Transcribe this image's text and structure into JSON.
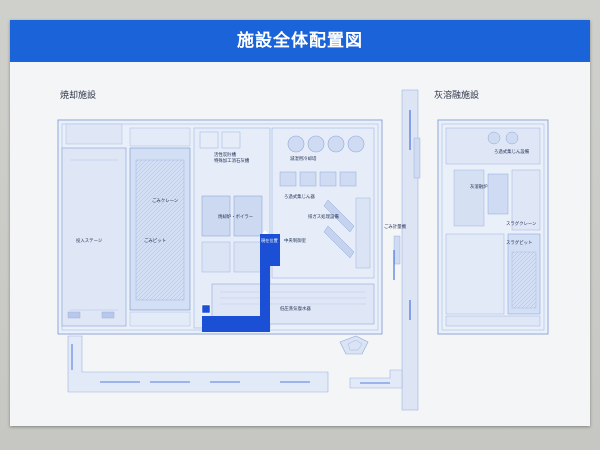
{
  "board": {
    "title": "施設全体配置図",
    "sections": {
      "incineration": "焼却施設",
      "ash_melting": "灰溶融施設"
    }
  },
  "incineration_rooms": {
    "activated_carbon": "活性炭貯槽",
    "slaked_lime": "特殊加工消石灰槽",
    "cooling_tower": "減湿用冷却塔",
    "crane": "ごみクレーン",
    "bag_filter": "ろ過式集じん器",
    "boiler": "焼却炉・ボイラー",
    "wet_scrubber": "排ガス処理設備",
    "receiving": "投入ステージ",
    "refuse_pit": "ごみピット",
    "you_are_here": "現在位置",
    "control_room": "中央制御室",
    "condenser": "低圧蒸気復水器",
    "ramp": "ごみ計量機"
  },
  "ash_rooms": {
    "dust_collector": "ろ過式集じん設備",
    "melting_furnace": "灰溶融炉",
    "slag_crane": "スラグクレーン",
    "slag_pit": "スラグピット"
  },
  "colors": {
    "banner": "#1a63d8",
    "plan_line": "#8fa8d8",
    "plan_fill": "#dfe7f6",
    "highlight": "#1b4fd6"
  }
}
